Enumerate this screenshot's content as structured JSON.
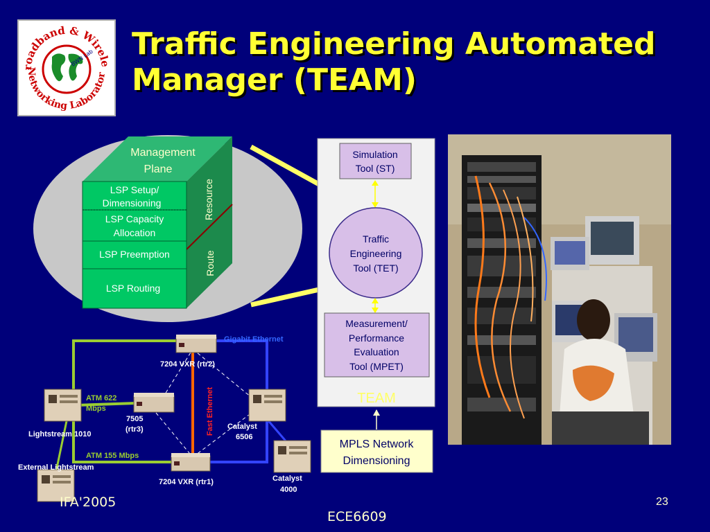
{
  "slide": {
    "title_line1": "Traffic Engineering Automated",
    "title_line2": "Manager (TEAM)",
    "footer_left": "IFA'2005",
    "footer_center": "ECE6609",
    "page_number": "23"
  },
  "logo": {
    "text_top": "Broadband & Wireless",
    "text_bottom": "Networking Laboratory",
    "center_label": "BWN Lab"
  },
  "cube": {
    "top_label_line1": "Management",
    "top_label_line2": "Plane",
    "side_resource": "Resource",
    "side_route": "Route",
    "layers": [
      {
        "line1": "LSP Setup/",
        "line2": "Dimensioning"
      },
      {
        "line1": "LSP Capacity",
        "line2": "Allocation"
      },
      {
        "line1": "LSP Preemption",
        "line2": ""
      },
      {
        "line1": "LSP Routing",
        "line2": ""
      }
    ]
  },
  "team": {
    "st_line1": "Simulation",
    "st_line2": "Tool (ST)",
    "tet_line1": "Traffic",
    "tet_line2": "Engineering",
    "tet_line3": "Tool (TET)",
    "mpet_line1": "Measurement/",
    "mpet_line2": "Performance",
    "mpet_line3": "Evaluation",
    "mpet_line4": "Tool (MPET)",
    "label": "TEAM",
    "mpls_line1": "MPLS Network",
    "mpls_line2": "Dimensioning"
  },
  "network": {
    "gigabit": "Gigabit Ethernet",
    "rtr2": "7204 VXR (rtr2)",
    "atm622_line1": "ATM 622",
    "atm622_line2": "Mbps",
    "rtr3_line1": "7505",
    "rtr3_line2": "(rtr3)",
    "fast_ethernet": "Fast Ethernet",
    "catalyst6506_line1": "Catalyst",
    "catalyst6506_line2": "6506",
    "lightstream1010": "Lightstream 1010",
    "atm155": "ATM 155 Mbps",
    "external_lightstream": "External Lightstream",
    "rtr1": "7204 VXR (rtr1)",
    "catalyst4000_line1": "Catalyst",
    "catalyst4000_line2": "4000"
  },
  "colors": {
    "background": "#00007a",
    "title": "#ffff33",
    "cube_green": "#00c864",
    "ellipse": "#c8c8c8",
    "tool_box": "#d8bfe8",
    "mpls_box": "#ffffcc",
    "green_link": "#9acd32",
    "blue_link": "#3344ff",
    "orange_link": "#ff6600"
  }
}
